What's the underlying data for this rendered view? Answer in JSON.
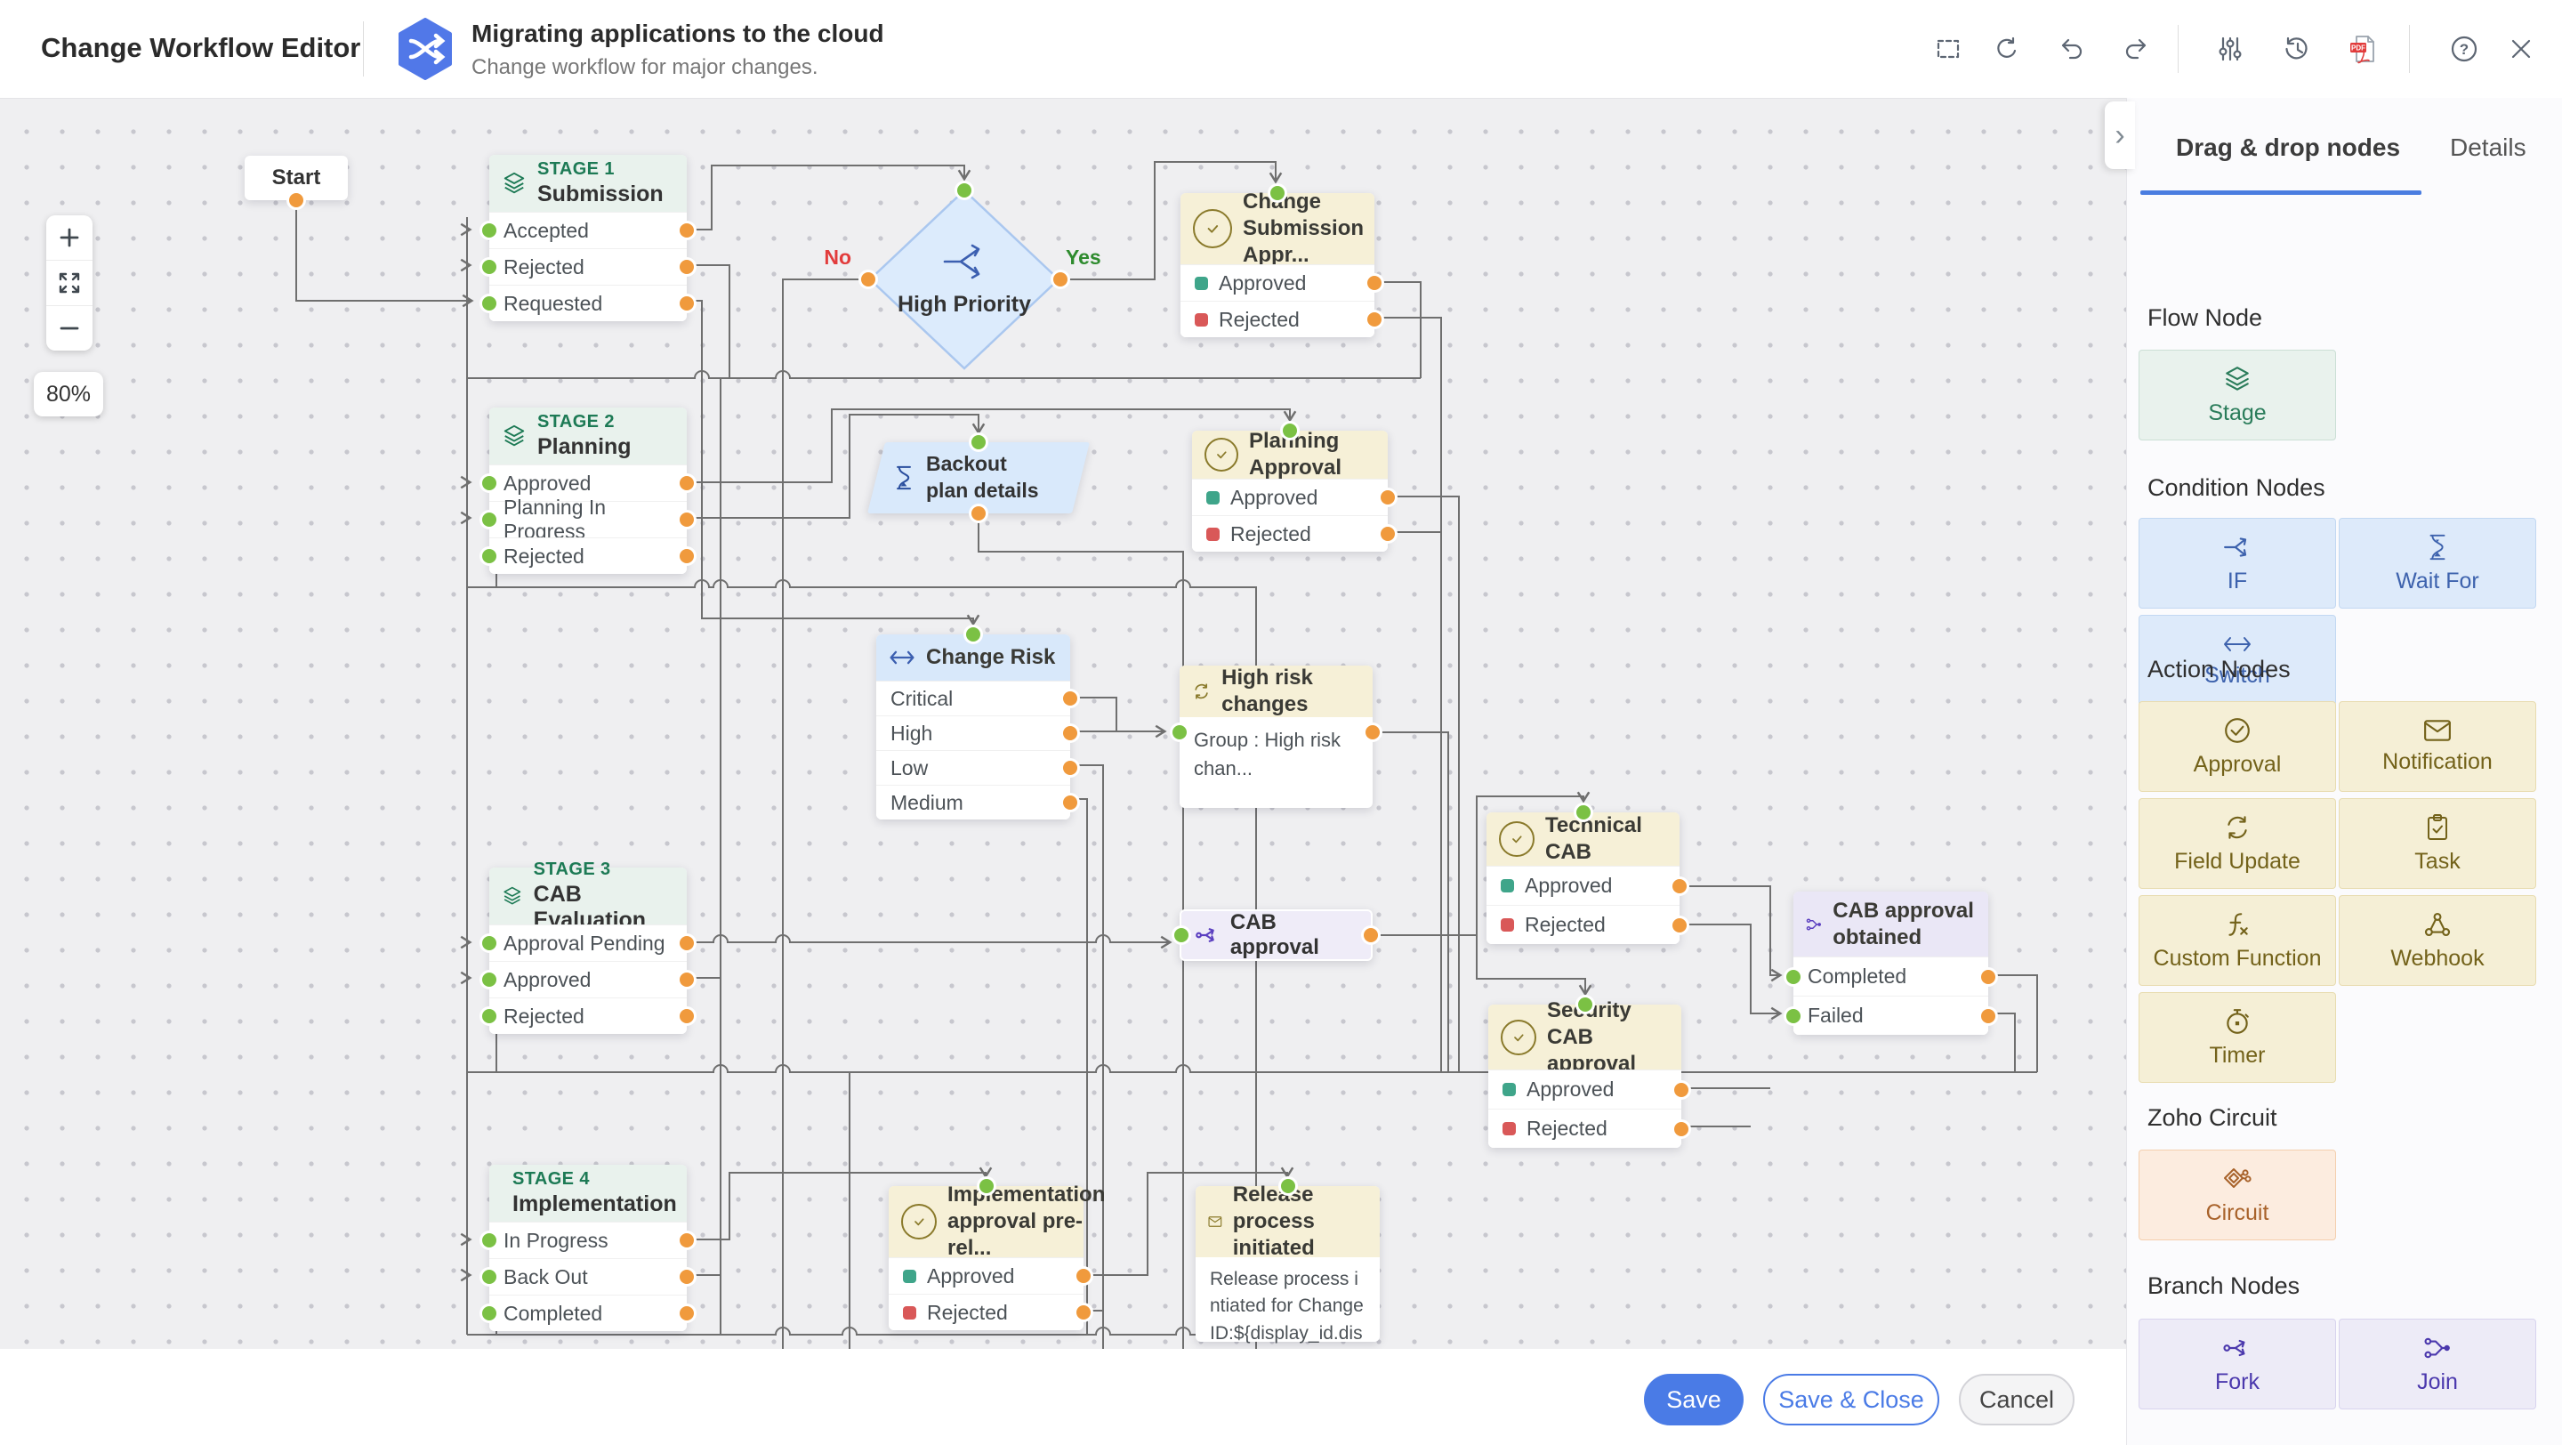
{
  "header": {
    "app_title": "Change Workflow Editor",
    "flow_title": "Migrating applications to the cloud",
    "flow_subtitle": "Change workflow for major changes.",
    "toolbar_icons": [
      "select-area-icon",
      "reset-icon",
      "undo-icon",
      "redo-icon",
      "settings-sliders-icon",
      "history-icon",
      "export-pdf-icon",
      "help-icon",
      "close-icon"
    ]
  },
  "canvas": {
    "zoom_level": "80%",
    "start": "Start",
    "stage1": {
      "badge": "STAGE 1",
      "name": "Submission",
      "rows": [
        "Accepted",
        "Rejected",
        "Requested"
      ]
    },
    "if_high_priority": {
      "title": "High Priority",
      "no": "No",
      "yes": "Yes"
    },
    "change_submission_approval": {
      "title": "Change Submission Appr...",
      "rows": [
        "Approved",
        "Rejected"
      ]
    },
    "stage2": {
      "badge": "STAGE 2",
      "name": "Planning",
      "rows": [
        "Approved",
        "Planning In Progress",
        "Rejected"
      ]
    },
    "backout": {
      "title": "Backout plan details"
    },
    "planning_approval": {
      "title": "Planning Approval",
      "rows": [
        "Approved",
        "Rejected"
      ]
    },
    "change_risk": {
      "title": "Change Risk",
      "rows": [
        "Critical",
        "High",
        "Low",
        "Medium"
      ]
    },
    "high_risk_changes": {
      "title": "High risk changes",
      "body": "Group : High risk chan..."
    },
    "stage3": {
      "badge": "STAGE 3",
      "name": "CAB Evaluation",
      "rows": [
        "Approval Pending",
        "Approved",
        "Rejected"
      ]
    },
    "cab_approval_fork": {
      "title": "CAB approval"
    },
    "technical_cab": {
      "title": "Technical CAB",
      "rows": [
        "Approved",
        "Rejected"
      ]
    },
    "security_cab": {
      "title": "Security CAB approval",
      "rows": [
        "Approved",
        "Rejected"
      ]
    },
    "cab_approval_obtained": {
      "title": "CAB approval obtained",
      "rows": [
        "Completed",
        "Failed"
      ]
    },
    "stage4": {
      "badge": "STAGE 4",
      "name": "Implementation",
      "rows": [
        "In Progress",
        "Back Out",
        "Completed"
      ]
    },
    "implementation_approval": {
      "title": "Implementation approval pre-rel...",
      "rows": [
        "Approved",
        "Rejected"
      ]
    },
    "release_notification": {
      "title": "Release process initiated",
      "body": "Release process intiated for Change ID:${display_id.display_value}"
    }
  },
  "sidebar": {
    "tabs": {
      "drag": "Drag & drop nodes",
      "details": "Details"
    },
    "flow_label": "Flow Node",
    "stage": "Stage",
    "condition_label": "Condition Nodes",
    "if": "IF",
    "wait_for": "Wait For",
    "switch": "Switch",
    "action_label": "Action Nodes",
    "approval": "Approval",
    "notification": "Notification",
    "field_update": "Field Update",
    "task": "Task",
    "custom_function": "Custom Function",
    "webhook": "Webhook",
    "timer": "Timer",
    "circuit_label": "Zoho Circuit",
    "circuit": "Circuit",
    "branch_label": "Branch Nodes",
    "fork": "Fork",
    "join": "Join"
  },
  "footer": {
    "save": "Save",
    "save_and_close": "Save & Close",
    "cancel": "Cancel"
  },
  "colors": {
    "accent_blue": "#4a7be6",
    "stage_green": "#1d7a55",
    "action_olive": "#8a7a2b",
    "branch_purple": "#5b3fc0",
    "circuit_orange": "#a8622a",
    "port_green": "#7bc144",
    "port_orange": "#f09a3d",
    "yes_green": "#2e8b2e",
    "no_red": "#e23c3c"
  }
}
